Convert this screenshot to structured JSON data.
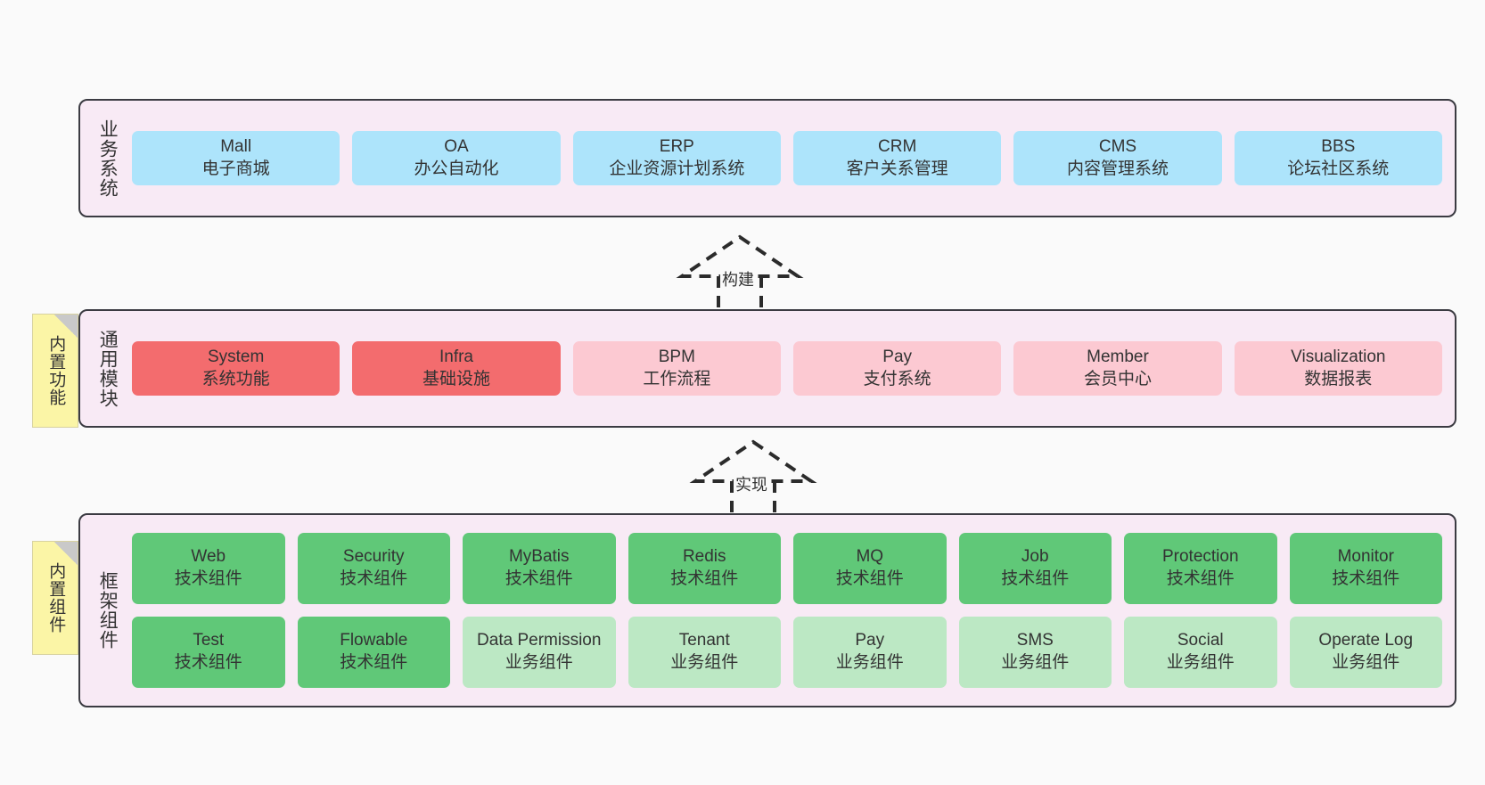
{
  "diagram": {
    "background_color": "#fafafa",
    "panel_background": "#f8eaf5",
    "panel_border": "#3b3b42",
    "note_color": "#fbf5a6"
  },
  "layers": [
    {
      "id": "business-systems",
      "title": "业务系统",
      "rows": [
        {
          "cards": [
            {
              "name": "Mall",
              "sub": "电子商城",
              "color": "#ade4fb",
              "style": "c-blue"
            },
            {
              "name": "OA",
              "sub": "办公自动化",
              "color": "#ade4fb",
              "style": "c-blue"
            },
            {
              "name": "ERP",
              "sub": "企业资源计划系统",
              "color": "#ade4fb",
              "style": "c-blue"
            },
            {
              "name": "CRM",
              "sub": "客户关系管理",
              "color": "#ade4fb",
              "style": "c-blue"
            },
            {
              "name": "CMS",
              "sub": "内容管理系统",
              "color": "#ade4fb",
              "style": "c-blue"
            },
            {
              "name": "BBS",
              "sub": "论坛社区系统",
              "color": "#ade4fb",
              "style": "c-blue"
            }
          ]
        }
      ]
    },
    {
      "id": "common-modules",
      "title": "通用模块",
      "note": "内置功能",
      "rows": [
        {
          "cards": [
            {
              "name": "System",
              "sub": "系统功能",
              "color": "#f36c6e",
              "style": "c-red"
            },
            {
              "name": "Infra",
              "sub": "基础设施",
              "color": "#f36c6e",
              "style": "c-red"
            },
            {
              "name": "BPM",
              "sub": "工作流程",
              "color": "#fcc9d2",
              "style": "c-pink"
            },
            {
              "name": "Pay",
              "sub": "支付系统",
              "color": "#fcc9d2",
              "style": "c-pink"
            },
            {
              "name": "Member",
              "sub": "会员中心",
              "color": "#fcc9d2",
              "style": "c-pink"
            },
            {
              "name": "Visualization",
              "sub": "数据报表",
              "color": "#fcc9d2",
              "style": "c-pink"
            }
          ]
        }
      ]
    },
    {
      "id": "framework-components",
      "title": "框架组件",
      "note": "内置组件",
      "rows": [
        {
          "cards": [
            {
              "name": "Web",
              "sub": "技术组件",
              "color": "#60c878",
              "style": "c-green"
            },
            {
              "name": "Security",
              "sub": "技术组件",
              "color": "#60c878",
              "style": "c-green"
            },
            {
              "name": "MyBatis",
              "sub": "技术组件",
              "color": "#60c878",
              "style": "c-green"
            },
            {
              "name": "Redis",
              "sub": "技术组件",
              "color": "#60c878",
              "style": "c-green"
            },
            {
              "name": "MQ",
              "sub": "技术组件",
              "color": "#60c878",
              "style": "c-green"
            },
            {
              "name": "Job",
              "sub": "技术组件",
              "color": "#60c878",
              "style": "c-green"
            },
            {
              "name": "Protection",
              "sub": "技术组件",
              "color": "#60c878",
              "style": "c-green"
            },
            {
              "name": "Monitor",
              "sub": "技术组件",
              "color": "#60c878",
              "style": "c-green"
            }
          ]
        },
        {
          "cards": [
            {
              "name": "Test",
              "sub": "技术组件",
              "color": "#60c878",
              "style": "c-green"
            },
            {
              "name": "Flowable",
              "sub": "技术组件",
              "color": "#60c878",
              "style": "c-green"
            },
            {
              "name": "Data Permission",
              "sub": "业务组件",
              "color": "#bce8c4",
              "style": "c-lgreen"
            },
            {
              "name": "Tenant",
              "sub": "业务组件",
              "color": "#bce8c4",
              "style": "c-lgreen"
            },
            {
              "name": "Pay",
              "sub": "业务组件",
              "color": "#bce8c4",
              "style": "c-lgreen"
            },
            {
              "name": "SMS",
              "sub": "业务组件",
              "color": "#bce8c4",
              "style": "c-lgreen"
            },
            {
              "name": "Social",
              "sub": "业务组件",
              "color": "#bce8c4",
              "style": "c-lgreen"
            },
            {
              "name": "Operate Log",
              "sub": "业务组件",
              "color": "#bce8c4",
              "style": "c-lgreen"
            }
          ]
        }
      ]
    }
  ],
  "connectors": [
    {
      "id": "connector-build",
      "label": "构建",
      "from": "common-modules",
      "to": "business-systems"
    },
    {
      "id": "connector-implement",
      "label": "实现",
      "from": "framework-components",
      "to": "common-modules"
    }
  ]
}
